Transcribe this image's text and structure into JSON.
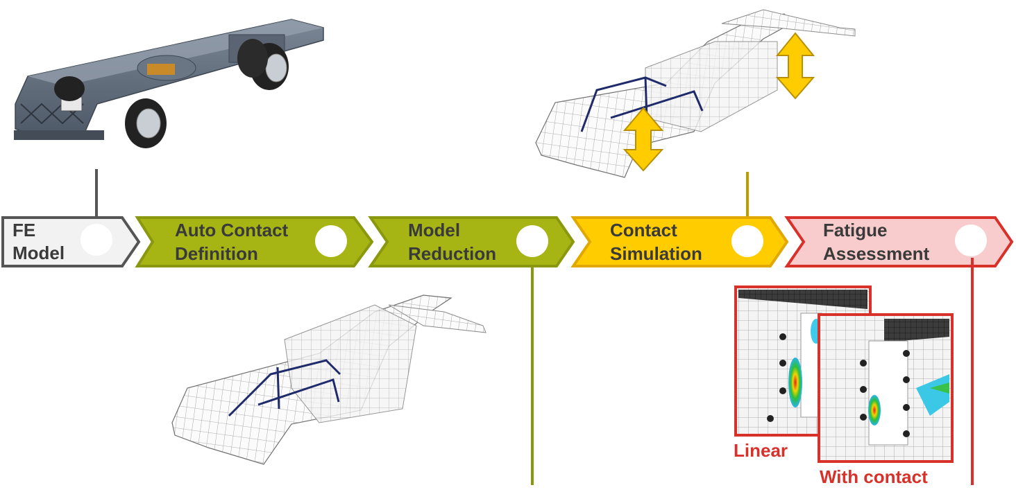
{
  "colors": {
    "fe_fill": "#f2f2f2",
    "fe_stroke": "#555555",
    "green_fill": "#a6b514",
    "green_stroke": "#8a9810",
    "yellow_fill": "#ffcc00",
    "yellow_stroke": "#e0a800",
    "pink_fill": "#f8cccc",
    "pink_stroke": "#d7312a",
    "dark_text": "#3a3a3a",
    "red_text": "#d7312a"
  },
  "steps": [
    {
      "id": "fe-model",
      "line1": "FE",
      "line2": "Model"
    },
    {
      "id": "auto-contact",
      "line1": "Auto Contact",
      "line2": "Definition"
    },
    {
      "id": "model-reduction",
      "line1": "Model",
      "line2": "Reduction"
    },
    {
      "id": "contact-simulation",
      "line1": "Contact",
      "line2": "Simulation"
    },
    {
      "id": "fatigue-assessment",
      "line1": "Fatigue",
      "line2": "Assessment"
    }
  ],
  "captions": {
    "linear": "Linear",
    "with_contact": "With contact"
  },
  "icons": {
    "step_marker": "circle-marker-icon",
    "load_arrow": "double-arrow-icon"
  }
}
